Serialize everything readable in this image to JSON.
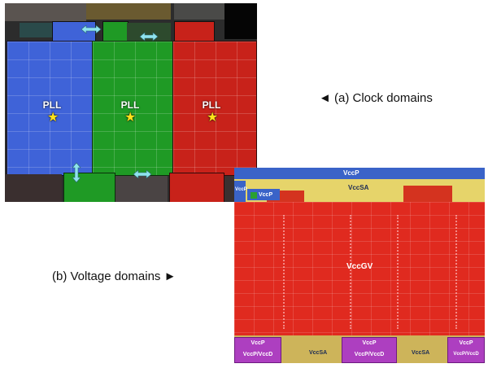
{
  "captions": {
    "clock": "◄ (a) Clock domains",
    "voltage": "(b) Voltage domains ►"
  },
  "clock_diagram": {
    "pll_labels": [
      "PLL",
      "PLL",
      "PLL"
    ],
    "colors": {
      "blue": "#3f63d8",
      "green": "#1f9a25",
      "red": "#c8221a",
      "arrow": "#8fe3ee",
      "star": "#ffe21a"
    }
  },
  "voltage_diagram": {
    "top_label": "VccP",
    "vccp_left": "VccP",
    "vccp_small": "VccP",
    "vccsa": "VccSA",
    "vccgv": "VccGV",
    "bottom_pads": [
      {
        "top": "VccP",
        "bottom": "VccP/VccD"
      },
      {
        "top": "VccP",
        "bottom": "VccP/VccD"
      },
      {
        "top": "VccP",
        "bottom": "VccP/VccD"
      }
    ],
    "bottom_vccsa": [
      "VccSA",
      "VccSA"
    ],
    "colors": {
      "vccgv": "#e02a1f",
      "vccsa": "#e6d46a",
      "vccp": "#3a63c8",
      "vccd": "#b544c8"
    }
  }
}
